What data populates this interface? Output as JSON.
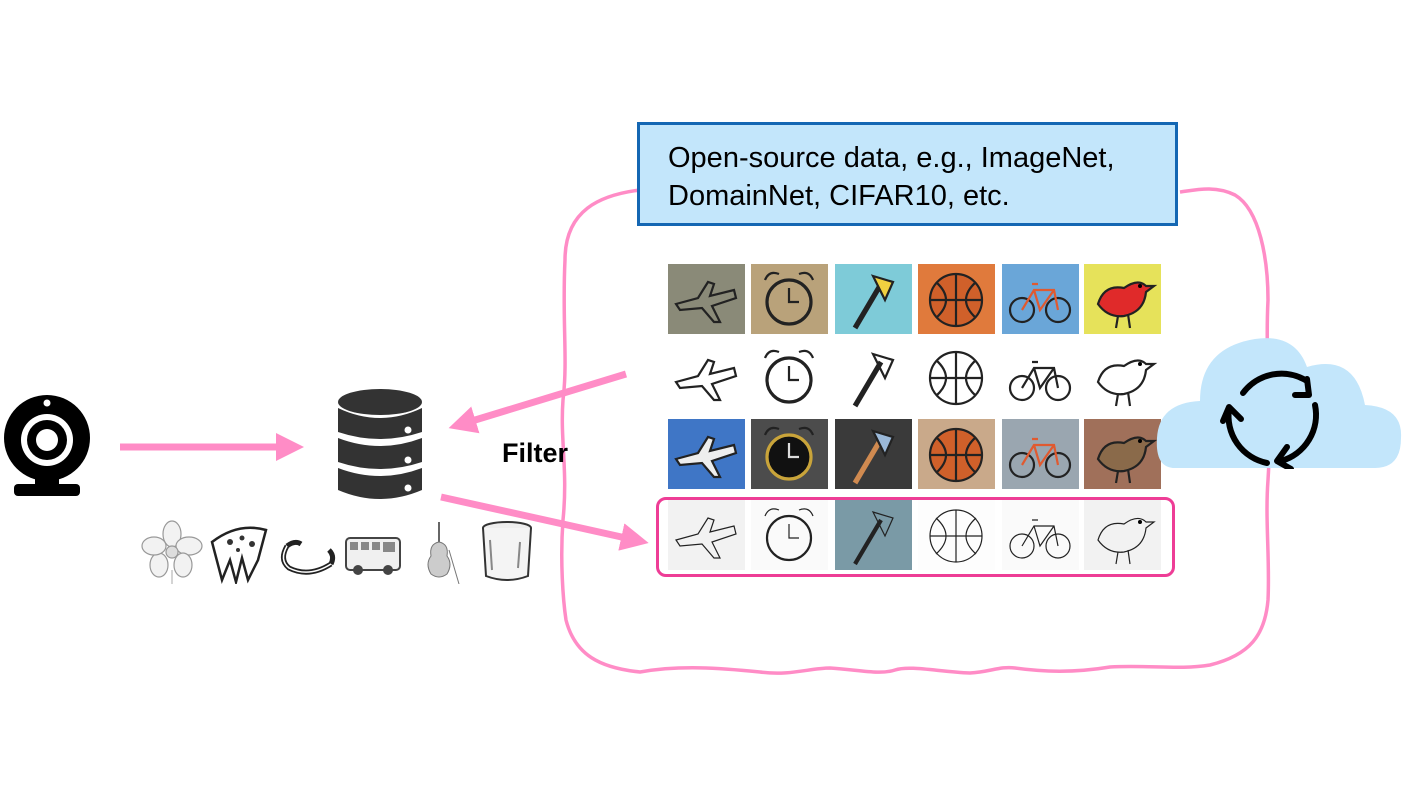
{
  "title": "Filtering open-source data to match client domain",
  "source_box": {
    "line1": "Open-source data, e.g., ImageNet,",
    "line2": "DomainNet, CIFAR10, etc."
  },
  "filter_label": "Filter",
  "colors": {
    "arrow": "#ff8cc6",
    "blob_outline": "#ff8cc6",
    "selected_outline": "#ee3d96",
    "box_fill": "#c3e6fb",
    "box_border": "#1467b3",
    "cloud_fill": "#c3e6fb",
    "database": "#333333"
  },
  "icons": {
    "camera": "webcam-icon",
    "database": "database-icon",
    "cloud": "cloud-sync-icon"
  },
  "client_samples": [
    "flower",
    "pizza",
    "bracelet",
    "bus",
    "violin",
    "bucket"
  ],
  "grid": {
    "classes": [
      "airplane",
      "alarm clock",
      "axe",
      "basketball",
      "bicycle",
      "bird"
    ],
    "rows": [
      {
        "domain": "painting",
        "selected": false
      },
      {
        "domain": "quickdraw",
        "selected": false
      },
      {
        "domain": "real",
        "selected": false
      },
      {
        "domain": "sketch",
        "selected": true
      }
    ]
  }
}
